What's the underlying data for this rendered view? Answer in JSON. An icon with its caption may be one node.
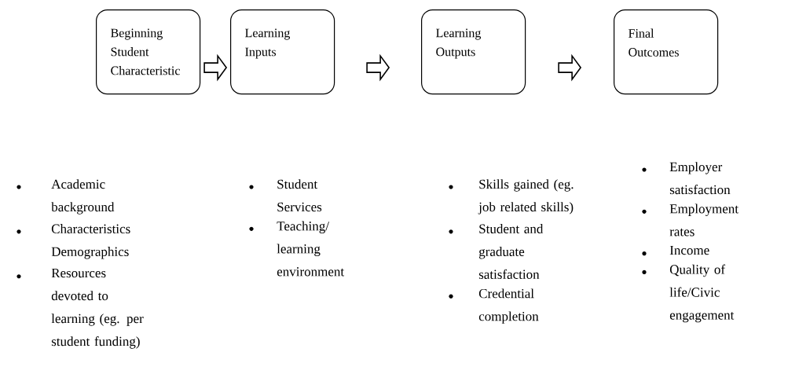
{
  "diagram": {
    "nodes": [
      {
        "text": [
          "Beginning Student Characteristic"
        ],
        "beside": [
          "Academic background",
          "Characteristics Demographics",
          "Resources devoted to learning (eg. per student funding)"
        ]
      },
      {
        "text": [
          "Learning Inputs"
        ],
        "beside": [
          "Student Services",
          "Teaching/ learning environment"
        ]
      },
      {
        "text": [
          "Learning Outputs"
        ],
        "beside": [
          "Skills gained (eg. job related skills)",
          "Student and graduate satisfaction",
          "Credential completion"
        ]
      },
      {
        "text": [
          "Final Outcomes"
        ],
        "beside": [
          "Employer satisfaction",
          "Employment rates",
          "Income",
          "Quality of life/Civic engagement"
        ]
      }
    ],
    "edges": [
      {
        "from": 0,
        "to": 1,
        "arrow": "to"
      },
      {
        "from": 1,
        "to": 2,
        "arrow": "to"
      },
      {
        "from": 2,
        "to": 3,
        "arrow": "to"
      }
    ]
  }
}
